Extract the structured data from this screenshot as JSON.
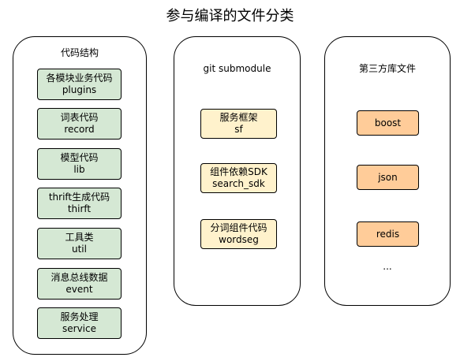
{
  "title": "参与编译的文件分类",
  "groups": [
    {
      "title": "代码结构",
      "items": [
        {
          "name": "各模块业务代码",
          "code": "plugins"
        },
        {
          "name": "词表代码",
          "code": "record"
        },
        {
          "name": "模型代码",
          "code": "lib"
        },
        {
          "name": "thrift生成代码",
          "code": "thirft"
        },
        {
          "name": "工具类",
          "code": "util"
        },
        {
          "name": "消息总线数据",
          "code": "event"
        },
        {
          "name": "服务处理",
          "code": "service"
        }
      ]
    },
    {
      "title": "git submodule",
      "items": [
        {
          "name": "服务框架",
          "code": "sf"
        },
        {
          "name": "组件依赖SDK",
          "code": "search_sdk"
        },
        {
          "name": "分词组件代码",
          "code": "wordseg"
        }
      ]
    },
    {
      "title": "第三方库文件",
      "items": [
        {
          "name": "boost"
        },
        {
          "name": "json"
        },
        {
          "name": "redis"
        }
      ],
      "more": "..."
    }
  ],
  "colors": {
    "code_fill": "#d5e8d4",
    "submodule_fill": "#fff2cc",
    "library_fill": "#ffcc99",
    "stroke": "#000000"
  }
}
